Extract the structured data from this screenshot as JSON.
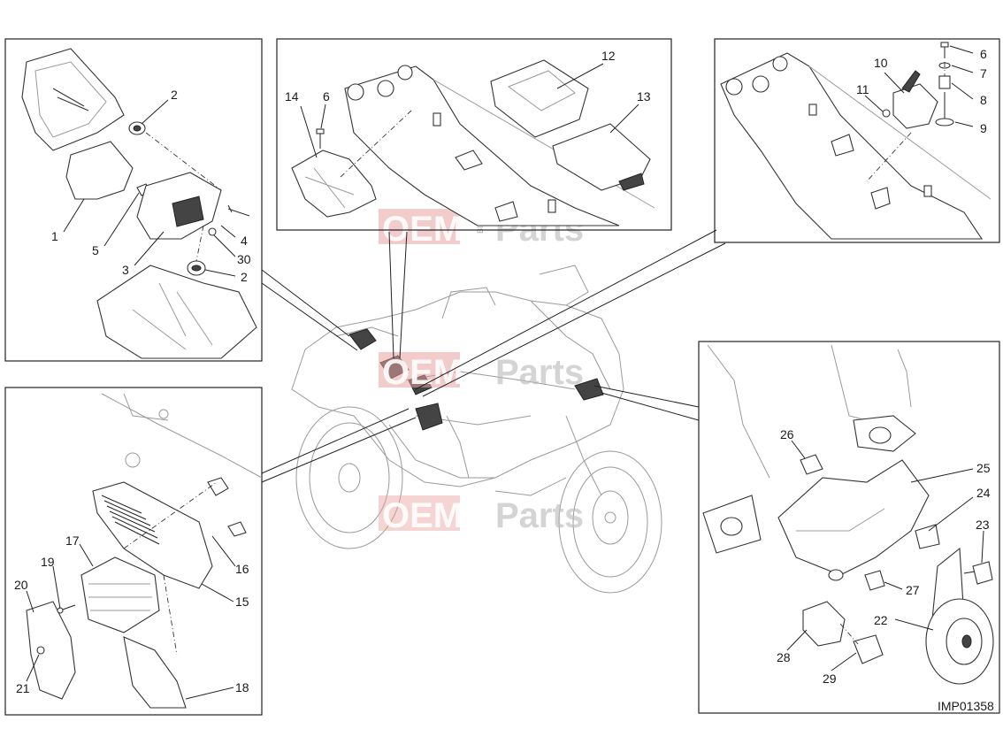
{
  "diagram": {
    "image_code": "IMP01358",
    "watermark": {
      "left": "OEM",
      "middle": "BIKE",
      "right": "Parts"
    },
    "panels": {
      "top_left": {
        "labels": [
          "2",
          "1",
          "5",
          "3",
          "4",
          "30",
          "2"
        ]
      },
      "top_middle": {
        "labels": [
          "14",
          "6",
          "12",
          "13"
        ]
      },
      "top_right": {
        "labels": [
          "6",
          "7",
          "10",
          "11",
          "8",
          "9"
        ]
      },
      "bottom_left": {
        "labels": [
          "17",
          "19",
          "20",
          "16",
          "15",
          "21",
          "18"
        ]
      },
      "bottom_right": {
        "labels": [
          "26",
          "25",
          "24",
          "23",
          "27",
          "22",
          "28",
          "29"
        ]
      }
    }
  }
}
